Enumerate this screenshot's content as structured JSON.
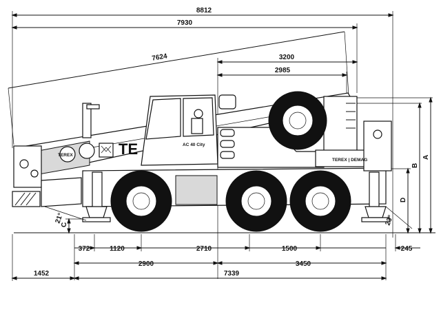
{
  "dimensions": {
    "overall_length": "8812",
    "boom_to_front": "7930",
    "boom_length": "7624",
    "upper_3200": "3200",
    "upper_2985": "2985",
    "rear_overhang_372": "372",
    "axle_1120": "1120",
    "axle_2710": "2710",
    "axle_1500": "1500",
    "front_245": "245",
    "dist_2900": "2900",
    "dist_3450": "3450",
    "front_overhang_1452": "1452",
    "base_7339": "7339"
  },
  "labels": {
    "A": "A",
    "B": "B",
    "C": "C",
    "D": "D",
    "angle_front": "21°",
    "angle_rear": "23°"
  },
  "branding": {
    "boom_text": "TE",
    "boom_logo_text": "TEREX",
    "carrier_label": "TEREX | DEMAG",
    "cab_label": "AC 40 City"
  },
  "colors": {
    "line": "#111111",
    "fill_light": "#d9d9d9",
    "background": "#ffffff"
  }
}
